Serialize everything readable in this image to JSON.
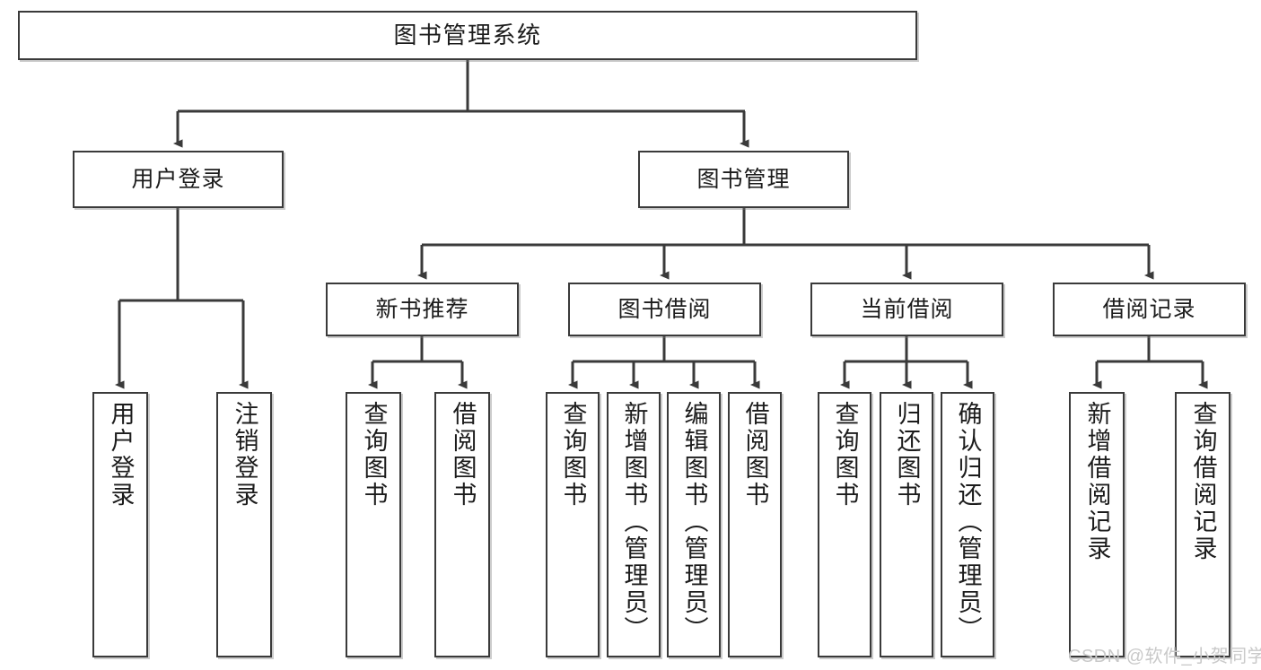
{
  "diagram": {
    "type": "tree-hierarchy",
    "title": "图书管理系统",
    "watermark": "CSDN @软件_小贺同学",
    "colors": {
      "box_border": "#3a3a3a",
      "box_fill": "#ffffff",
      "connector": "#3a3a3a",
      "text": "#1c1c1c",
      "watermark": "#c9c9c9"
    },
    "levels": {
      "level1": [
        {
          "id": "root",
          "label": "图书管理系统"
        }
      ],
      "level2": [
        {
          "id": "user-login",
          "label": "用户登录"
        },
        {
          "id": "book-manage",
          "label": "图书管理"
        }
      ],
      "level3": [
        {
          "id": "new-book-recommend",
          "label": "新书推荐"
        },
        {
          "id": "book-borrow",
          "label": "图书借阅"
        },
        {
          "id": "current-borrow",
          "label": "当前借阅"
        },
        {
          "id": "borrow-record",
          "label": "借阅记录"
        }
      ],
      "level4": [
        {
          "id": "leaf-user-login",
          "label": "用户登录",
          "parent": "user-login"
        },
        {
          "id": "leaf-logout-login",
          "label": "注销登录",
          "parent": "user-login"
        },
        {
          "id": "leaf-query-book-1",
          "label": "查询图书",
          "parent": "new-book-recommend"
        },
        {
          "id": "leaf-borrow-book-1",
          "label": "借阅图书",
          "parent": "new-book-recommend"
        },
        {
          "id": "leaf-query-book-2",
          "label": "查询图书",
          "parent": "book-borrow"
        },
        {
          "id": "leaf-add-book",
          "label": "新增图书（管理员）",
          "parent": "book-borrow"
        },
        {
          "id": "leaf-edit-book",
          "label": "编辑图书（管理员）",
          "parent": "book-borrow"
        },
        {
          "id": "leaf-borrow-book-2",
          "label": "借阅图书",
          "parent": "book-borrow"
        },
        {
          "id": "leaf-query-book-3",
          "label": "查询图书",
          "parent": "current-borrow"
        },
        {
          "id": "leaf-return-book",
          "label": "归还图书",
          "parent": "current-borrow"
        },
        {
          "id": "leaf-confirm-return",
          "label": "确认归还（管理员）",
          "parent": "current-borrow"
        },
        {
          "id": "leaf-add-record",
          "label": "新增借阅记录",
          "parent": "borrow-record"
        },
        {
          "id": "leaf-query-record",
          "label": "查询借阅记录",
          "parent": "borrow-record"
        }
      ]
    }
  }
}
